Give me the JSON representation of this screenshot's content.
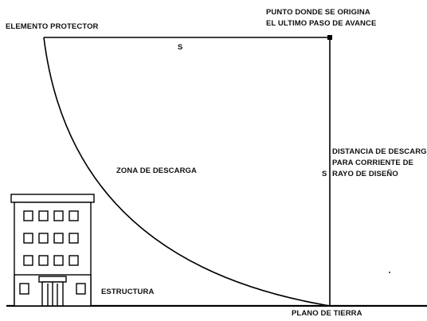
{
  "diagram": {
    "labels": {
      "protective_element": "ELEMENTO PROTECTOR",
      "origin_point": [
        "PUNTO DONDE SE ORIGINA",
        "EL ULTIMO PASO DE AVANCE"
      ],
      "s_top": "S",
      "s_side": "S",
      "discharge_zone": "ZONA DE DESCARGA",
      "discharge_distance": [
        "DISTANCIA DE DESCARGA",
        "PARA CORRIENTE DE",
        "RAYO DE DISEÑO"
      ],
      "structure": "ESTRUCTURA",
      "ground_plane": "PLANO DE TIERRA"
    },
    "colors": {
      "line": "#000000",
      "background": "#ffffff"
    },
    "icons": {
      "structure": "building-icon"
    }
  }
}
